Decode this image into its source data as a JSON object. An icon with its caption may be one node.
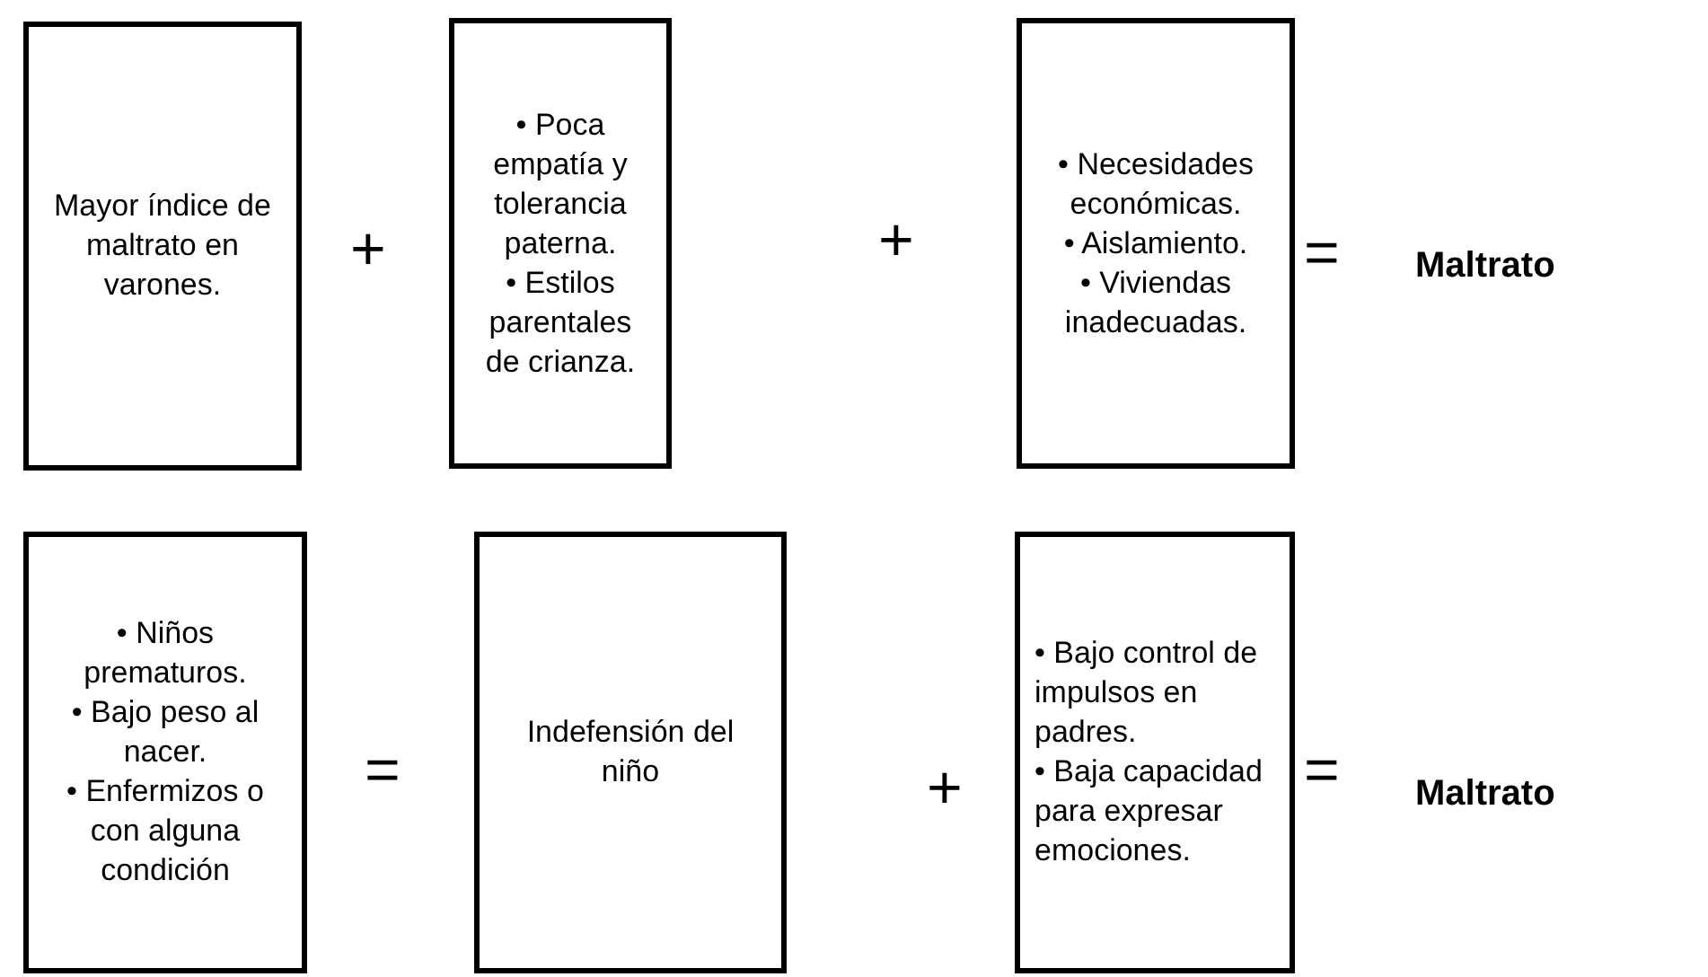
{
  "diagram": {
    "nodes": [
      {
        "text": [
          "Mayor índice de maltrato en varones."
        ]
      },
      {
        "text": [
          "• Poca empatía y tolerancia paterna.",
          "• Estilos parentales de crianza."
        ]
      },
      {
        "text": [
          "• Necesidades económicas.",
          "• Aislamiento.",
          "• Viviendas inadecuadas."
        ]
      },
      {
        "text": [
          "• Niños prematuros.",
          "• Bajo peso al nacer.",
          "• Enfermizos o con alguna condición"
        ]
      },
      {
        "text": [
          "Indefensión del niño"
        ]
      },
      {
        "text": [
          "• Bajo control de impulsos en padres.",
          "• Baja capacidad para expresar emociones."
        ]
      }
    ],
    "labels": [
      "+",
      "+",
      "=",
      "Maltrato",
      "=",
      "+",
      "=",
      "Maltrato"
    ]
  }
}
